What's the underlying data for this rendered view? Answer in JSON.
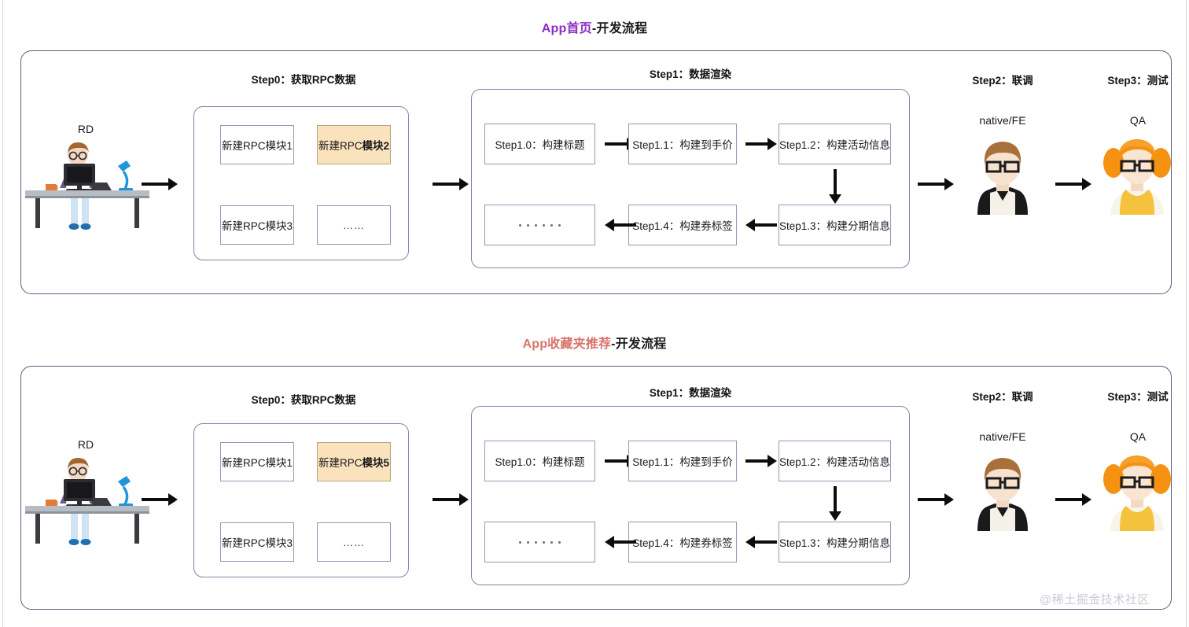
{
  "page": {
    "watermark": "@稀土掘金技术社区"
  },
  "sections": [
    {
      "id": "app-home",
      "title_accent": "App首页",
      "title_suffix": "-开发流程",
      "accent_color": "#8c2ec4",
      "rd_label": "RD",
      "step0": {
        "heading": "Step0：获取RPC数据",
        "boxes": [
          {
            "prefix": "新建RPC模块1",
            "bold": "",
            "highlight": false
          },
          {
            "prefix": "新建RPC",
            "bold": "模块2",
            "highlight": true
          },
          {
            "prefix": "新建RPC模块3",
            "bold": "",
            "highlight": false
          },
          {
            "prefix": "……",
            "bold": "",
            "highlight": false,
            "is_ellipsis": true
          }
        ]
      },
      "step1": {
        "heading": "Step1：数据渲染",
        "boxes": [
          "Step1.0：构建标题",
          "Step1.1：构建到手价",
          "Step1.2：构建活动信息",
          "Step1.3：构建分期信息",
          "Step1.4：构建券标签"
        ],
        "dots_box": "······"
      },
      "step2": {
        "heading": "Step2：联调",
        "role": "native/FE"
      },
      "step3": {
        "heading": "Step3：测试",
        "role": "QA"
      }
    },
    {
      "id": "app-favorites",
      "title_accent": "App收藏夹推荐",
      "title_suffix": "-开发流程",
      "accent_color": "#d9736b",
      "rd_label": "RD",
      "step0": {
        "heading": "Step0：获取RPC数据",
        "boxes": [
          {
            "prefix": "新建RPC模块1",
            "bold": "",
            "highlight": false
          },
          {
            "prefix": "新建RPC",
            "bold": "模块5",
            "highlight": true
          },
          {
            "prefix": "新建RPC模块3",
            "bold": "",
            "highlight": false
          },
          {
            "prefix": "……",
            "bold": "",
            "highlight": false,
            "is_ellipsis": true
          }
        ]
      },
      "step1": {
        "heading": "Step1：数据渲染",
        "boxes": [
          "Step1.0：构建标题",
          "Step1.1：构建到手价",
          "Step1.2：构建活动信息",
          "Step1.3：构建分期信息",
          "Step1.4：构建券标签"
        ],
        "dots_box": "······"
      },
      "step2": {
        "heading": "Step2：联调",
        "role": "native/FE"
      },
      "step3": {
        "heading": "Step3：测试",
        "role": "QA"
      }
    }
  ],
  "icons": {
    "rd_desk": "developer-at-desk-illustration",
    "native_fe_avatar": "male-avatar-with-glasses",
    "qa_avatar": "female-avatar-with-pigtails"
  },
  "colors": {
    "panel_border": "#5c5f80",
    "sub_panel_border": "#8186a8",
    "box_border": "#9198b8",
    "highlight_fill": "#fae2bd",
    "arrow": "#0d0d0d",
    "purple_accent": "#8c2ec4",
    "red_accent": "#d9736b",
    "watermark": "#c9ccd6"
  }
}
